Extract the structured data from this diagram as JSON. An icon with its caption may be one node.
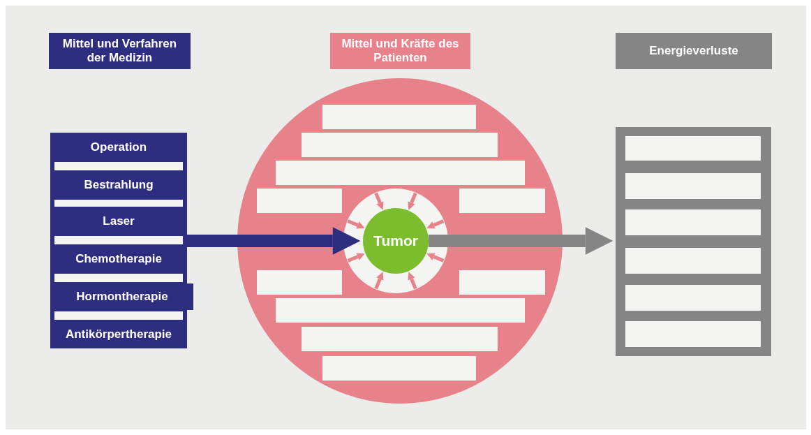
{
  "diagram": {
    "nodes": [
      {
        "text": [
          "Mittel und Verfahren der Medizin"
        ]
      },
      {
        "text": [
          "Mittel und Kräfte des Patienten"
        ]
      },
      {
        "text": [
          "Energieverluste"
        ]
      },
      {
        "text": [],
        "shape": "box"
      },
      {
        "text": [
          "Operation"
        ],
        "in": 3
      },
      {
        "text": [
          "Bestrahlung"
        ],
        "in": 3
      },
      {
        "text": [
          "Laser"
        ],
        "in": 3
      },
      {
        "text": [
          "Chemotherapie"
        ],
        "in": 3
      },
      {
        "text": [
          "Hormontherapie"
        ],
        "in": 3
      },
      {
        "text": [
          "Antikörpertherapie"
        ],
        "in": 3
      },
      {
        "text": [],
        "shape": "circle"
      },
      {
        "text": [],
        "shape": "box",
        "in": 10
      },
      {
        "text": [],
        "shape": "box",
        "in": 10
      },
      {
        "text": [],
        "shape": "box",
        "in": 10
      },
      {
        "text": [],
        "shape": "box",
        "in": 10
      },
      {
        "text": [],
        "shape": "box",
        "in": 10
      },
      {
        "text": [],
        "shape": "box",
        "in": 10
      },
      {
        "text": [],
        "shape": "box",
        "in": 10
      },
      {
        "text": [],
        "shape": "box",
        "in": 10
      },
      {
        "text": [],
        "shape": "box",
        "in": 10
      },
      {
        "text": [],
        "shape": "box",
        "in": 10
      },
      {
        "text": [],
        "shape": "circle",
        "in": 10
      },
      {
        "text": [
          "Tumor"
        ],
        "in": 21
      },
      {
        "text": [],
        "shape": "box"
      },
      {
        "text": [],
        "shape": "box",
        "in": 23
      },
      {
        "text": [],
        "shape": "box",
        "in": 23
      },
      {
        "text": [],
        "shape": "box",
        "in": 23
      },
      {
        "text": [],
        "shape": "box",
        "in": 23
      },
      {
        "text": [],
        "shape": "box",
        "in": 23
      },
      {
        "text": [],
        "shape": "box",
        "in": 23
      }
    ],
    "edges": [
      {
        "from": 3,
        "to": 22,
        "arrow": "to",
        "style": "thick",
        "color": "#2e2e80"
      },
      {
        "from": 22,
        "to": 23,
        "arrow": "to",
        "style": "thick",
        "color": "#858585"
      },
      {
        "from": 21,
        "to": 22,
        "arrow": "to"
      },
      {
        "from": 21,
        "to": 22,
        "arrow": "to"
      },
      {
        "from": 21,
        "to": 22,
        "arrow": "to"
      },
      {
        "from": 21,
        "to": 22,
        "arrow": "to"
      },
      {
        "from": 21,
        "to": 22,
        "arrow": "to"
      },
      {
        "from": 21,
        "to": 22,
        "arrow": "to"
      },
      {
        "from": 21,
        "to": 22,
        "arrow": "to"
      },
      {
        "from": 21,
        "to": 22,
        "arrow": "to"
      }
    ]
  }
}
